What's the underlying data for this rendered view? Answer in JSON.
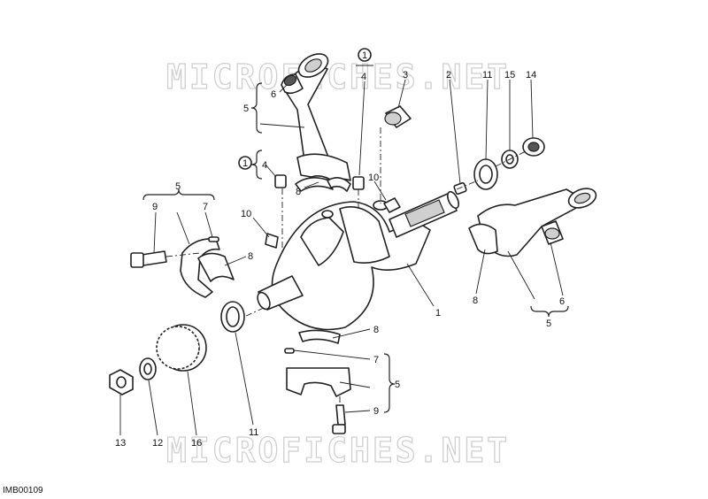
{
  "watermark": {
    "text": "MICROFICHES.NET"
  },
  "image_code": "IMB00109",
  "callouts": [
    {
      "id": "c6a",
      "label": "6"
    },
    {
      "id": "c5a",
      "label": "5"
    },
    {
      "id": "c4a",
      "label": "4"
    },
    {
      "id": "c3",
      "label": "3"
    },
    {
      "id": "c2",
      "label": "2"
    },
    {
      "id": "c11a",
      "label": "11"
    },
    {
      "id": "c15",
      "label": "15"
    },
    {
      "id": "c14",
      "label": "14"
    },
    {
      "id": "c4b",
      "label": "4"
    },
    {
      "id": "c8a",
      "label": "8"
    },
    {
      "id": "c10a",
      "label": "10"
    },
    {
      "id": "c5b",
      "label": "5"
    },
    {
      "id": "c9a",
      "label": "9"
    },
    {
      "id": "c7a",
      "label": "7"
    },
    {
      "id": "c10b",
      "label": "10"
    },
    {
      "id": "c8b",
      "label": "8"
    },
    {
      "id": "c1",
      "label": "1"
    },
    {
      "id": "c8c",
      "label": "8"
    },
    {
      "id": "c6b",
      "label": "6"
    },
    {
      "id": "c5c",
      "label": "5"
    },
    {
      "id": "c8d",
      "label": "8"
    },
    {
      "id": "c7b",
      "label": "7"
    },
    {
      "id": "c5d",
      "label": "5"
    },
    {
      "id": "c9b",
      "label": "9"
    },
    {
      "id": "c11b",
      "label": "11"
    },
    {
      "id": "c13",
      "label": "13"
    },
    {
      "id": "c12",
      "label": "12"
    },
    {
      "id": "c16",
      "label": "16"
    }
  ],
  "torque_symbols": [
    {
      "id": "t1",
      "label": "1"
    },
    {
      "id": "t2",
      "label": "1"
    }
  ]
}
